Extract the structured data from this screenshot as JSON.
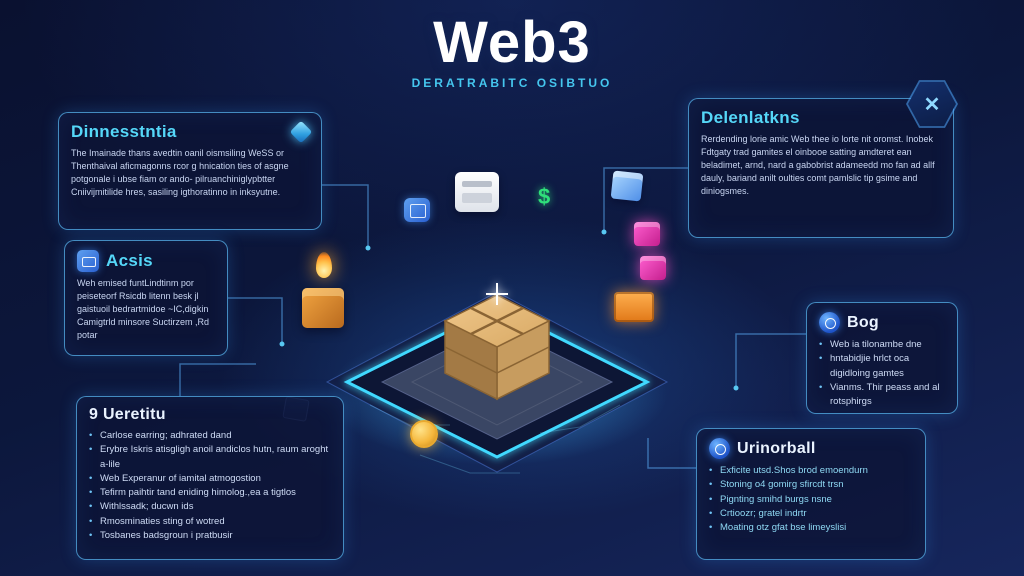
{
  "title": {
    "main": "Web3",
    "subtitle": "DERATRABITC OSIBTUO"
  },
  "glyphs": {
    "dollar": "$",
    "hex_x": "✕"
  },
  "colors": {
    "background_top": "#0a1130",
    "background_bottom": "#16265c",
    "accent_cyan": "#55d7f8",
    "line_blue": "#58a8e8",
    "crate_wood": "#d8a964",
    "glow_cyan": "#41d9ff",
    "pink_cube": "#ff5fd0",
    "coin_gold": "#f5b73c"
  },
  "callouts": {
    "top_left": {
      "heading": "Dinnesstntia",
      "body": "The Imainade thans avedtin oanil oismsiling WeSS or Thenthaival aficmagonns rcor g hnication ties of asgne potgonale i ubse fiam or ando- pilruanchiniglypbtter Cniivijmitilide hres, sasiling igthoratinno in inksyutne."
    },
    "mid_left": {
      "heading": "Acsis",
      "body": "Weh emised funtLindtinm por peiseteorf Rsicdb litenn besk jl gaistuoil bedrartmidoe ~IC,digkin Camigtrld minsore Suctirzem ,Rd potar"
    },
    "bottom_left": {
      "heading": "9 Ueretitu",
      "items": [
        "Carlose earring; adhrated dand",
        "Erybre Iskris atisgligh anoil andiclos hutn, raum aroght a-lile",
        "Web Experanur of iamital atmogostion",
        "Tefirm paihtir tand eniding himolog.,ea a tigtlos",
        "Withlssadk; ducwn ids",
        "Rmosminaties sting of wotred",
        "Tosbanes badsgroun i pratbusir"
      ]
    },
    "top_right": {
      "heading": "Delenlatkns",
      "body": "Rerdending lorie amic Web thee io lorte nit oromst. Inobek Fdtgaty trad gamites el oinbooe satting amdteret ean beladimet, arnd, nard a gabobrist adameedd mo fan ad allf dauly, bariand anilt oulties comt pamlslic tip gsime and diniogsmes."
    },
    "mid_right": {
      "heading": "Bog",
      "items": [
        "Web ia tilonambe dne",
        "hntabidjie hrlct oca digidloing gamtes",
        "Vianms. Thir peass and al rotsphirgs"
      ]
    },
    "bottom_right": {
      "heading": "Urinorball",
      "items": [
        "Exficite utsd.Shos brod emoendurn",
        "Stoning o4 gomirg sfircdt trsn",
        "Pignting smihd burgs nsne",
        "Crtioozr; gratel indrtr",
        "Moating otz gfat bse limeyslisi"
      ]
    }
  }
}
